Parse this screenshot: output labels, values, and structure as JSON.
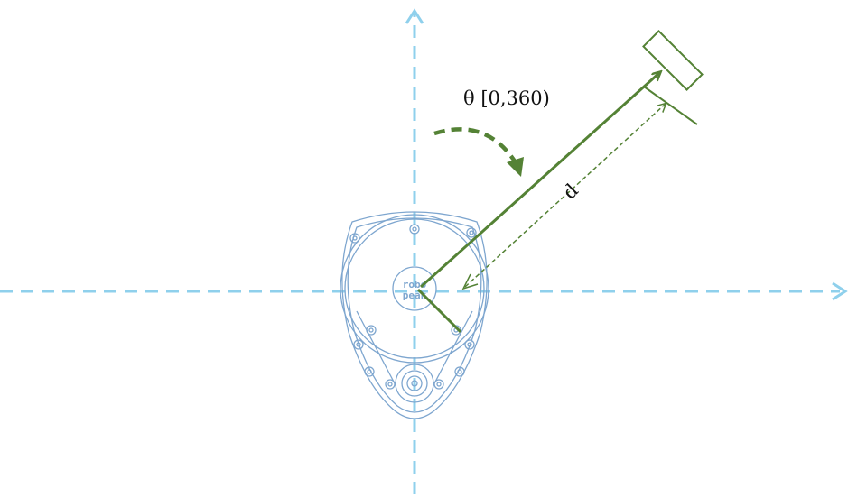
{
  "labels": {
    "angle": "θ [0,360)",
    "distance": "d"
  },
  "logo": {
    "line1": "robo",
    "line2": "peak"
  },
  "colors": {
    "axis": "#8fd0ec",
    "beam": "#548235",
    "outline": "#7ea6cf",
    "background": "#ffffff"
  },
  "icons": {
    "sensor": "lidar-sensor-icon",
    "target": "target-reflector-icon"
  }
}
